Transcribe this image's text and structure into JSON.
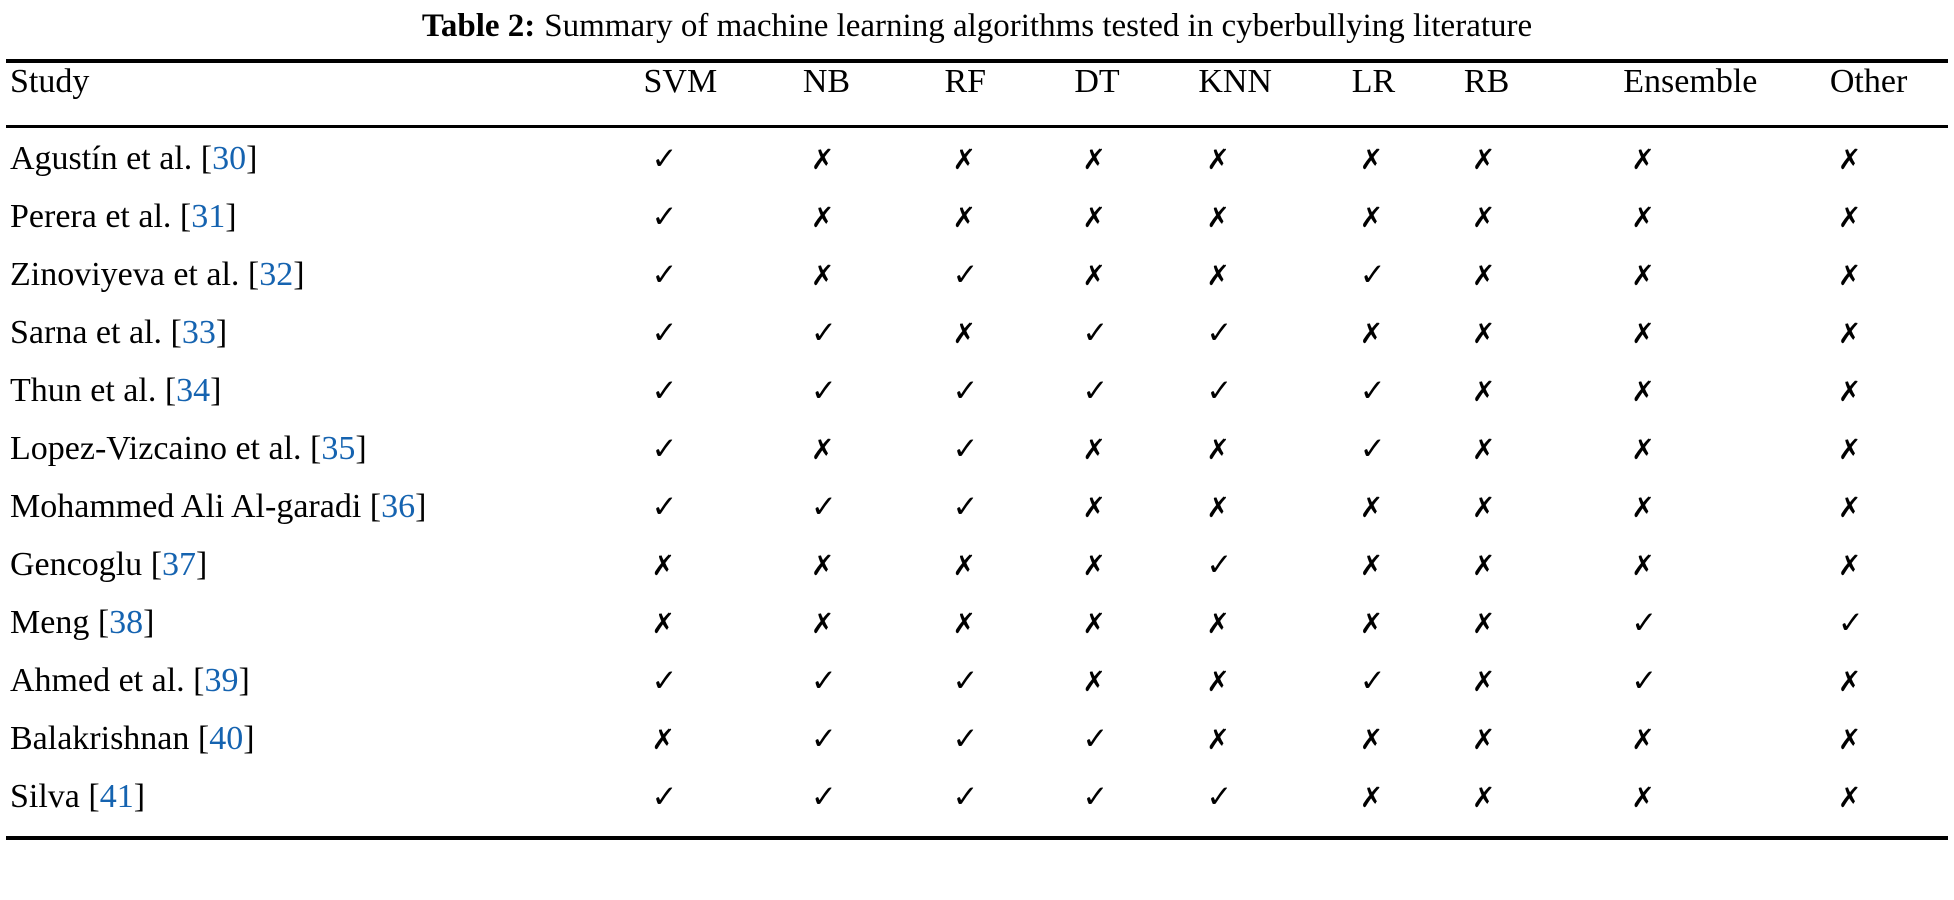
{
  "caption": {
    "label": "Table 2:",
    "text": "Summary of machine learning algorithms tested in cyberbullying literature"
  },
  "colors": {
    "reference_link": "#1563b0",
    "text": "#000000",
    "rule": "#000000",
    "background": "#ffffff"
  },
  "marks": {
    "check": "✓",
    "cross": "✗",
    "check_name": "check-mark-icon",
    "cross_name": "cross-mark-icon"
  },
  "table_data": {
    "type": "table",
    "columns": [
      "Study",
      "SVM",
      "NB",
      "RF",
      "DT",
      "KNN",
      "LR",
      "RB",
      "Ensemble",
      "Other"
    ],
    "rows": [
      {
        "study": "Agustín et al.",
        "ref": "30",
        "values": [
          "check",
          "cross",
          "cross",
          "cross",
          "cross",
          "cross",
          "cross",
          "cross",
          "cross"
        ]
      },
      {
        "study": "Perera et al.",
        "ref": "31",
        "values": [
          "check",
          "cross",
          "cross",
          "cross",
          "cross",
          "cross",
          "cross",
          "cross",
          "cross"
        ]
      },
      {
        "study": "Zinoviyeva et al.",
        "ref": "32",
        "values": [
          "check",
          "cross",
          "check",
          "cross",
          "cross",
          "check",
          "cross",
          "cross",
          "cross"
        ]
      },
      {
        "study": "Sarna et al.",
        "ref": "33",
        "values": [
          "check",
          "check",
          "cross",
          "check",
          "check",
          "cross",
          "cross",
          "cross",
          "cross"
        ]
      },
      {
        "study": "Thun et al.",
        "ref": "34",
        "values": [
          "check",
          "check",
          "check",
          "check",
          "check",
          "check",
          "cross",
          "cross",
          "cross"
        ]
      },
      {
        "study": "Lopez-Vizcaino et al.",
        "ref": "35",
        "values": [
          "check",
          "cross",
          "check",
          "cross",
          "cross",
          "check",
          "cross",
          "cross",
          "cross"
        ]
      },
      {
        "study": "Mohammed Ali Al-garadi",
        "ref": "36",
        "values": [
          "check",
          "check",
          "check",
          "cross",
          "cross",
          "cross",
          "cross",
          "cross",
          "cross"
        ]
      },
      {
        "study": "Gencoglu",
        "ref": "37",
        "values": [
          "cross",
          "cross",
          "cross",
          "cross",
          "check",
          "cross",
          "cross",
          "cross",
          "cross"
        ]
      },
      {
        "study": "Meng",
        "ref": "38",
        "values": [
          "cross",
          "cross",
          "cross",
          "cross",
          "cross",
          "cross",
          "cross",
          "check",
          "check"
        ]
      },
      {
        "study": "Ahmed et al.",
        "ref": "39",
        "values": [
          "check",
          "check",
          "check",
          "cross",
          "cross",
          "check",
          "cross",
          "check",
          "cross"
        ]
      },
      {
        "study": "Balakrishnan",
        "ref": "40",
        "values": [
          "cross",
          "check",
          "check",
          "check",
          "cross",
          "cross",
          "cross",
          "cross",
          "cross"
        ]
      },
      {
        "study": "Silva",
        "ref": "41",
        "values": [
          "check",
          "check",
          "check",
          "check",
          "check",
          "cross",
          "cross",
          "cross",
          "cross"
        ]
      }
    ]
  }
}
